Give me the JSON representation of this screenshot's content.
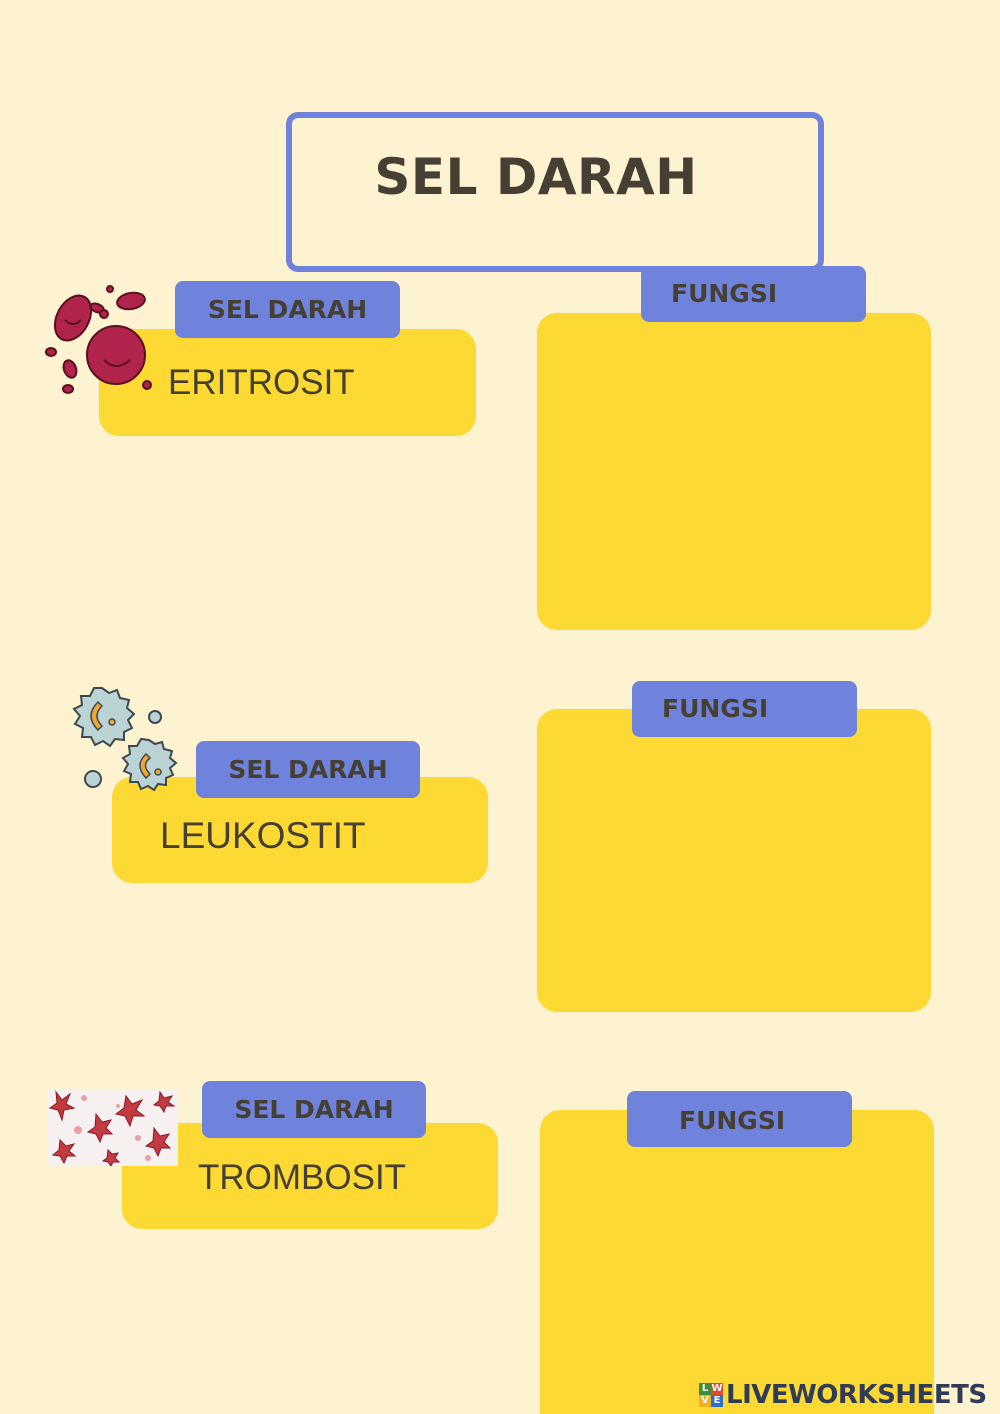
{
  "title": "SEL DARAH",
  "rows": [
    {
      "tab_label": "SEL DARAH",
      "cell_name": "ERITROSIT",
      "function_tab_label": "FUNGSI",
      "illustration": "red-blood-cells-icon"
    },
    {
      "tab_label": "SEL DARAH",
      "cell_name": "LEUKOSTIT",
      "function_tab_label": "FUNGSI",
      "illustration": "white-blood-cells-icon"
    },
    {
      "tab_label": "SEL DARAH",
      "cell_name": "TROMBOSIT",
      "function_tab_label": "FUNGSI",
      "illustration": "platelets-image"
    }
  ],
  "footer": {
    "brand": "LIVEWORKSHEETS",
    "logo_letters": [
      "L",
      "W",
      "V",
      "E"
    ]
  },
  "colors": {
    "background": "#fdf3d0",
    "accent_blue": "#6f82dc",
    "accent_yellow": "#fdd933",
    "text": "#463f33"
  }
}
